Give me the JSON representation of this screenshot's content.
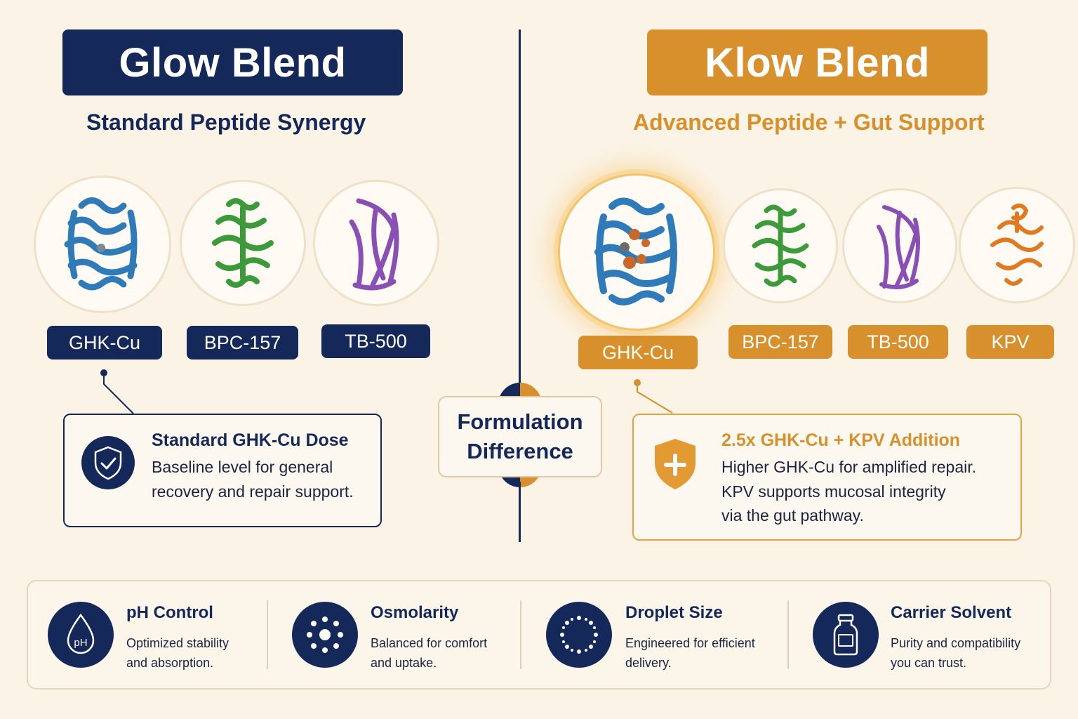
{
  "glow": {
    "title": "Glow Blend",
    "subtitle": "Standard Peptide Synergy",
    "peptides": [
      "GHK-Cu",
      "BPC-157",
      "TB-500"
    ],
    "callout": {
      "title": "Standard GHK-Cu Dose",
      "line1": "Baseline level for general",
      "line2": "recovery and repair support."
    }
  },
  "klow": {
    "title": "Klow Blend",
    "subtitle": "Advanced Peptide + Gut Support",
    "peptides": [
      "GHK-Cu",
      "BPC-157",
      "TB-500",
      "KPV"
    ],
    "callout": {
      "title": "2.5x GHK-Cu + KPV Addition",
      "line1": "Higher GHK-Cu for amplified repair.",
      "line2": "KPV supports mucosal integrity",
      "line3": "via the gut pathway."
    }
  },
  "center": {
    "line1": "Formulation",
    "line2": "Difference"
  },
  "features": [
    {
      "title": "pH Control",
      "line1": "Optimized stability",
      "line2": "and absorption.",
      "icon": "ph-drop-icon"
    },
    {
      "title": "Osmolarity",
      "line1": "Balanced for comfort",
      "line2": "and uptake.",
      "icon": "osmolarity-dots-icon"
    },
    {
      "title": "Droplet Size",
      "line1": "Engineered for efficient",
      "line2": "delivery.",
      "icon": "droplet-ring-icon"
    },
    {
      "title": "Carrier Solvent",
      "line1": "Purity and compatibility",
      "line2": "you can trust.",
      "icon": "vial-icon"
    }
  ],
  "colors": {
    "navy": "#15285a",
    "gold": "#d7902b",
    "background": "#fbf3e6",
    "protein_blue": "#2f7ab8",
    "protein_green": "#3d9a3a",
    "protein_purple": "#8a4fb5",
    "protein_orange": "#e07a22"
  }
}
